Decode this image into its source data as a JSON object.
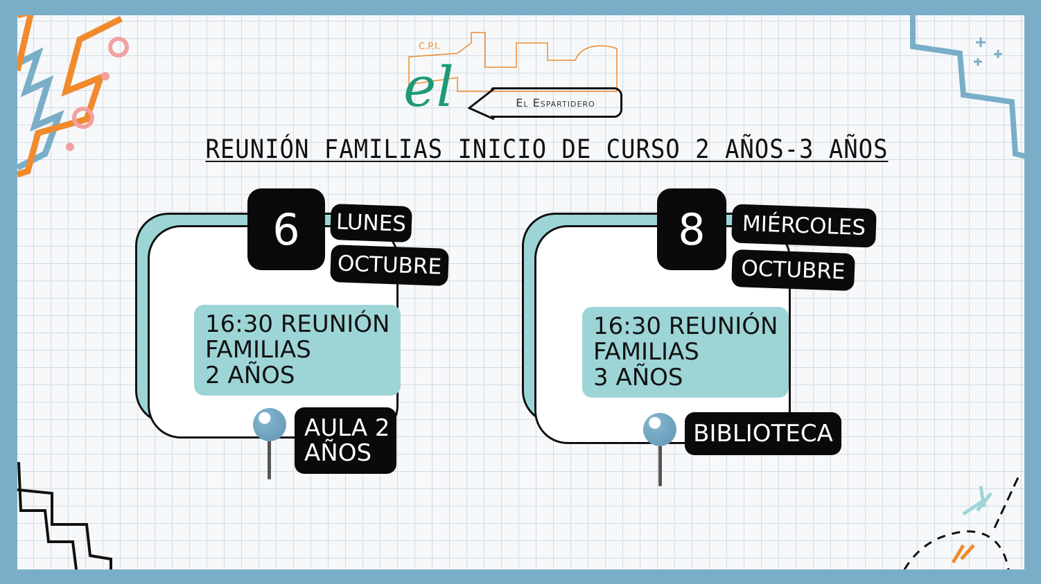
{
  "logo": {
    "school_type": "C.P.I.",
    "script": "el",
    "name": "El Espartidero"
  },
  "title": "REUNIÓN FAMILIAS INICIO DE CURSO 2 AÑOS-3 AÑOS",
  "events": [
    {
      "day": "6",
      "weekday": "LUNES",
      "month": "OCTUBRE",
      "line1": "16:30 REUNIÓN",
      "line2": "FAMILIAS",
      "line3": "2 AÑOS",
      "place1": "AULA 2",
      "place2": "AÑOS"
    },
    {
      "day": "8",
      "weekday": "MIÉRCOLES",
      "month": "OCTUBRE",
      "line1": "16:30 REUNIÓN",
      "line2": "FAMILIAS",
      "line3": "3 AÑOS",
      "place1": "BIBLIOTECA"
    }
  ],
  "colors": {
    "frame": "#7aaec8",
    "teal": "#9dd5d7",
    "orange": "#f08a2c",
    "pink": "#f2a0a0"
  }
}
